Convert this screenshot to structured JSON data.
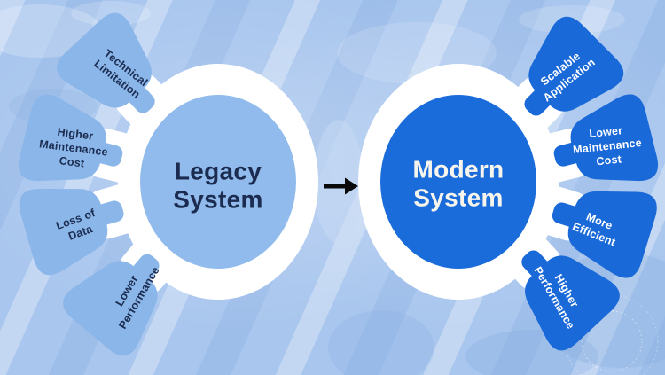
{
  "colors": {
    "background_base": "#a9c6ee",
    "ring": "#ffffff",
    "legacy_fill": "#8ab6e9",
    "legacy_core_fill": "#90bbec",
    "legacy_text": "#1c2c50",
    "modern_fill": "#1a69d8",
    "modern_core_fill": "#1a6cdb",
    "modern_text": "#f8f5ec",
    "arrow": "#0a0a0a"
  },
  "legacy": {
    "title": "Legacy System",
    "title_lines": [
      "Legacy",
      "System"
    ],
    "factors": [
      {
        "label": "Technical Limitation",
        "lines": [
          "Technical",
          "Limitation"
        ]
      },
      {
        "label": "Higher Maintenance Cost",
        "lines": [
          "Higher",
          "Maintenance",
          "Cost"
        ]
      },
      {
        "label": "Loss of Data",
        "lines": [
          "Loss of",
          "Data"
        ]
      },
      {
        "label": "Lower Performance",
        "lines": [
          "Lower",
          "Performance"
        ]
      }
    ]
  },
  "modern": {
    "title": "Modern System",
    "title_lines": [
      "Modern",
      "System"
    ],
    "benefits": [
      {
        "label": "Scalable Application",
        "lines": [
          "Scalable",
          "Application"
        ]
      },
      {
        "label": "Lower Maintenance Cost",
        "lines": [
          "Lower",
          "Maintenance",
          "Cost"
        ]
      },
      {
        "label": "More Efficient",
        "lines": [
          "More",
          "Efficient"
        ]
      },
      {
        "label": "Higher Performance",
        "lines": [
          "Higher",
          "Performance"
        ]
      }
    ]
  }
}
